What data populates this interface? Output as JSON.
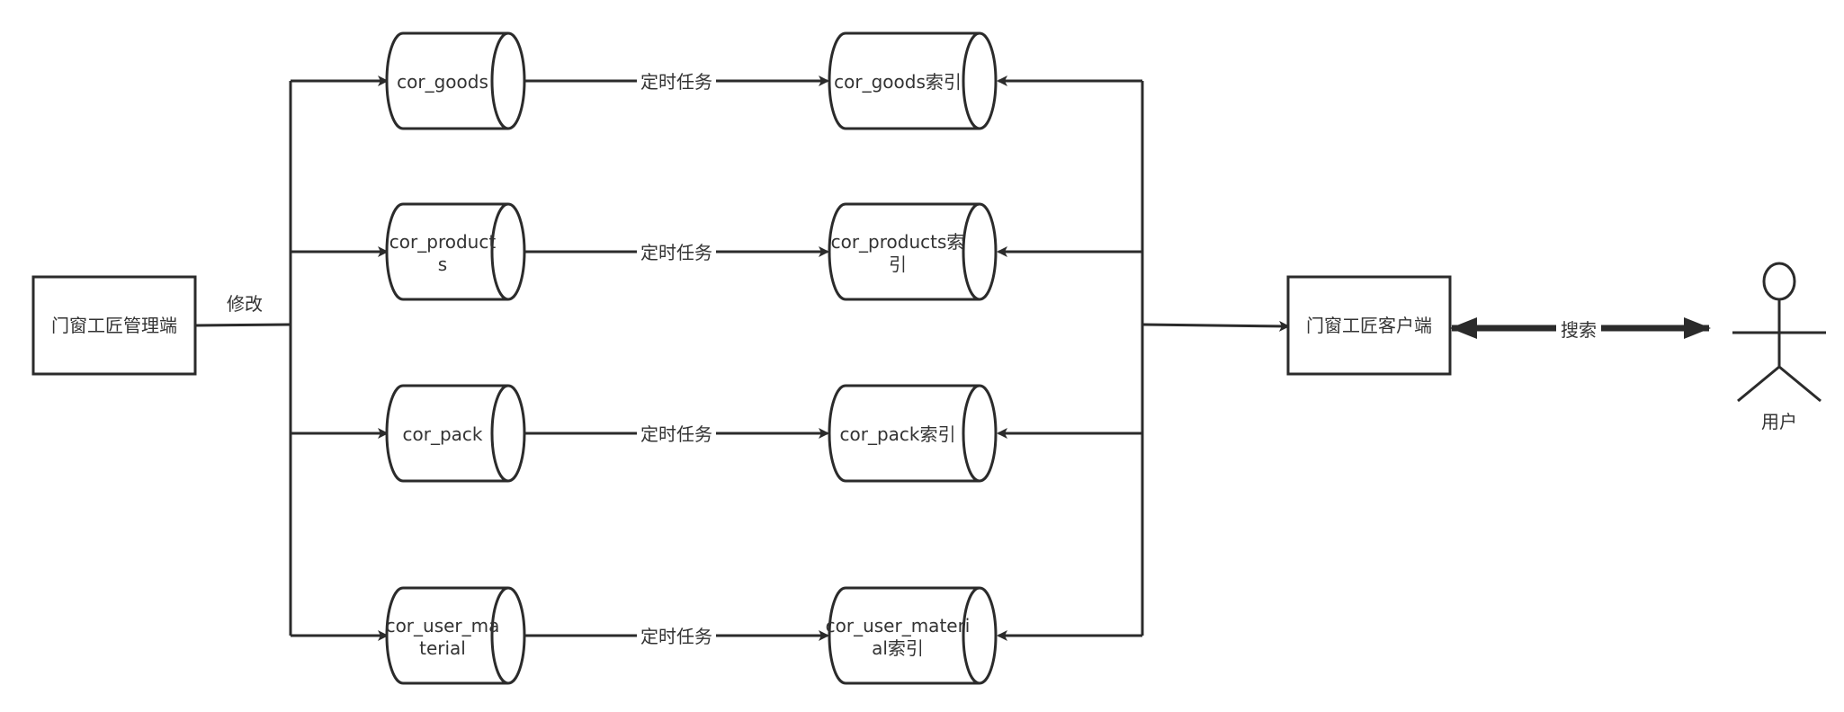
{
  "nodes": {
    "admin": "门窗工匠管理端",
    "client": "门窗工匠客户端",
    "user": "用户"
  },
  "tables": [
    {
      "line1": "cor_goods",
      "line2": ""
    },
    {
      "line1": "cor_product",
      "line2": "s"
    },
    {
      "line1": "cor_pack",
      "line2": ""
    },
    {
      "line1": "cor_user_ma",
      "line2": "terial"
    }
  ],
  "indexes": [
    {
      "line1": "cor_goods索引",
      "line2": ""
    },
    {
      "line1": "cor_products索",
      "line2": "引"
    },
    {
      "line1": "cor_pack索引",
      "line2": ""
    },
    {
      "line1": "cor_user_materi",
      "line2": "al索引"
    }
  ],
  "edges": {
    "modify": "修改",
    "task": "定时任务",
    "search": "搜索"
  },
  "colors": {
    "stroke": "#2b2b2b",
    "text": "#333333",
    "background": "#ffffff"
  }
}
